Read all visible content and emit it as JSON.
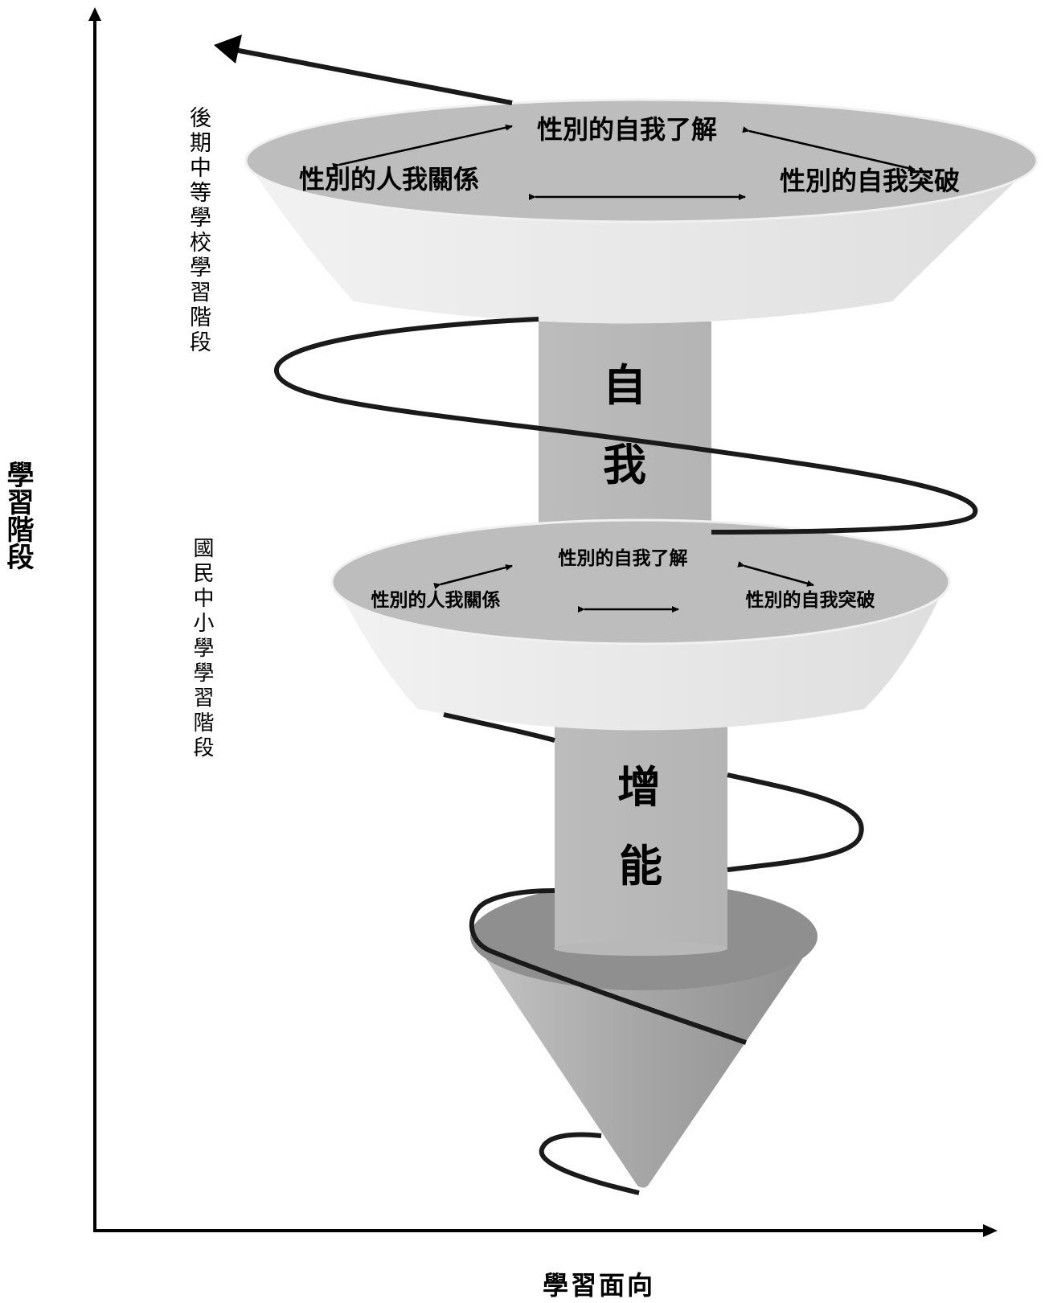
{
  "axes": {
    "y_label": "學習階段",
    "x_label": "學習面向"
  },
  "stages": {
    "upper": "後期中等學校學習階段",
    "lower": "國民中小學學習階段"
  },
  "bowls": {
    "upper": {
      "top": "性別的自我了解",
      "left": "性別的人我關係",
      "right": "性別的自我突破"
    },
    "lower": {
      "top": "性別的自我了解",
      "left": "性別的人我關係",
      "right": "性別的自我突破"
    }
  },
  "pillars": {
    "upper_char1": "自",
    "upper_char2": "我",
    "lower_char1": "增",
    "lower_char2": "能"
  }
}
